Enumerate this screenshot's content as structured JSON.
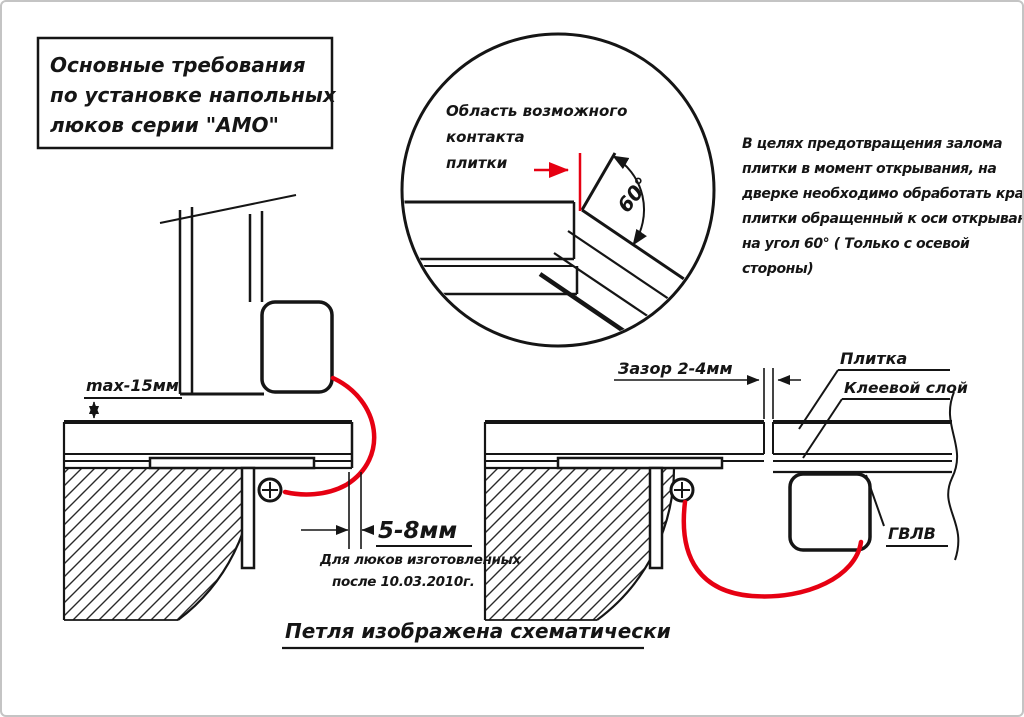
{
  "colors": {
    "line": "#151515",
    "accent_red": "#e60012",
    "page_border": "#c4c4c4",
    "background": "#ffffff"
  },
  "title_box": {
    "line1": "Основные требования",
    "line2": "по установке напольных",
    "line3": "люков серии \"АМО\""
  },
  "detail_view": {
    "label_line1": "Область возможного",
    "label_line2": "контакта",
    "label_line3": "плитки",
    "angle_label": "60°"
  },
  "note": {
    "line1": "В целях предотвращения залома",
    "line2": "плитки в момент открывания, на",
    "line3": "дверке необходимо обработать край",
    "line4": "плитки обращенный к оси открывания",
    "line5": "на угол 60° ( Только с осевой",
    "line6": "стороны)"
  },
  "left_view": {
    "dim_max": "max-15мм",
    "dim_gap": "5-8мм",
    "note_line1": "Для люков изготовленных",
    "note_line2": "после 10.03.2010г."
  },
  "right_view": {
    "dim_gap": "Зазор 2-4мм",
    "label_tile": "Плитка",
    "label_glue": "Клеевой слой",
    "label_board": "ГВЛВ"
  },
  "caption": {
    "text": "Петля изображена схематически"
  }
}
